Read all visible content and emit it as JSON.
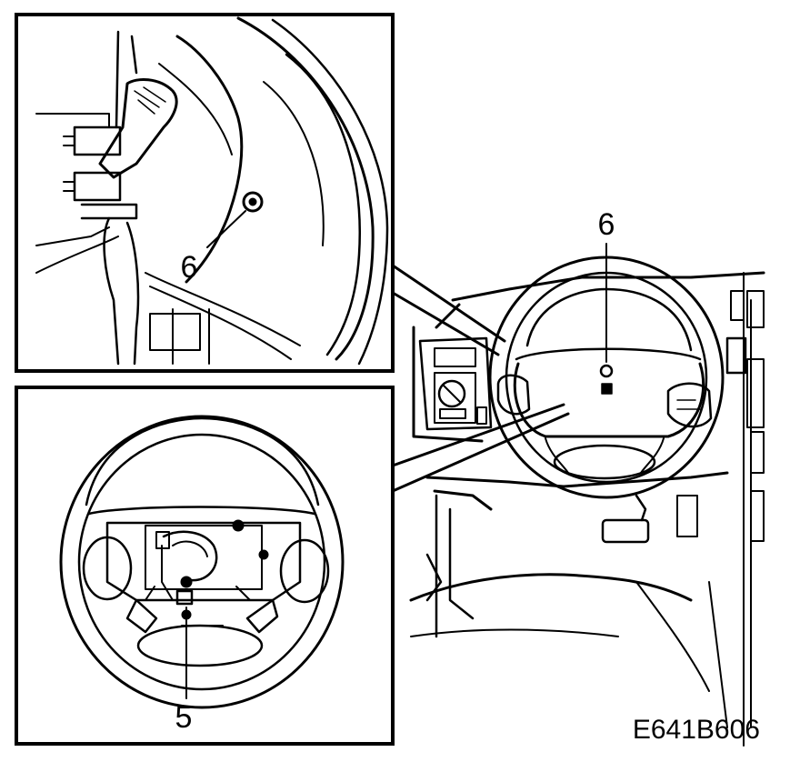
{
  "figure": {
    "code": "E641B606"
  },
  "callouts": {
    "upper_inset": "6",
    "main_view": "6",
    "lower_inset": "5"
  }
}
